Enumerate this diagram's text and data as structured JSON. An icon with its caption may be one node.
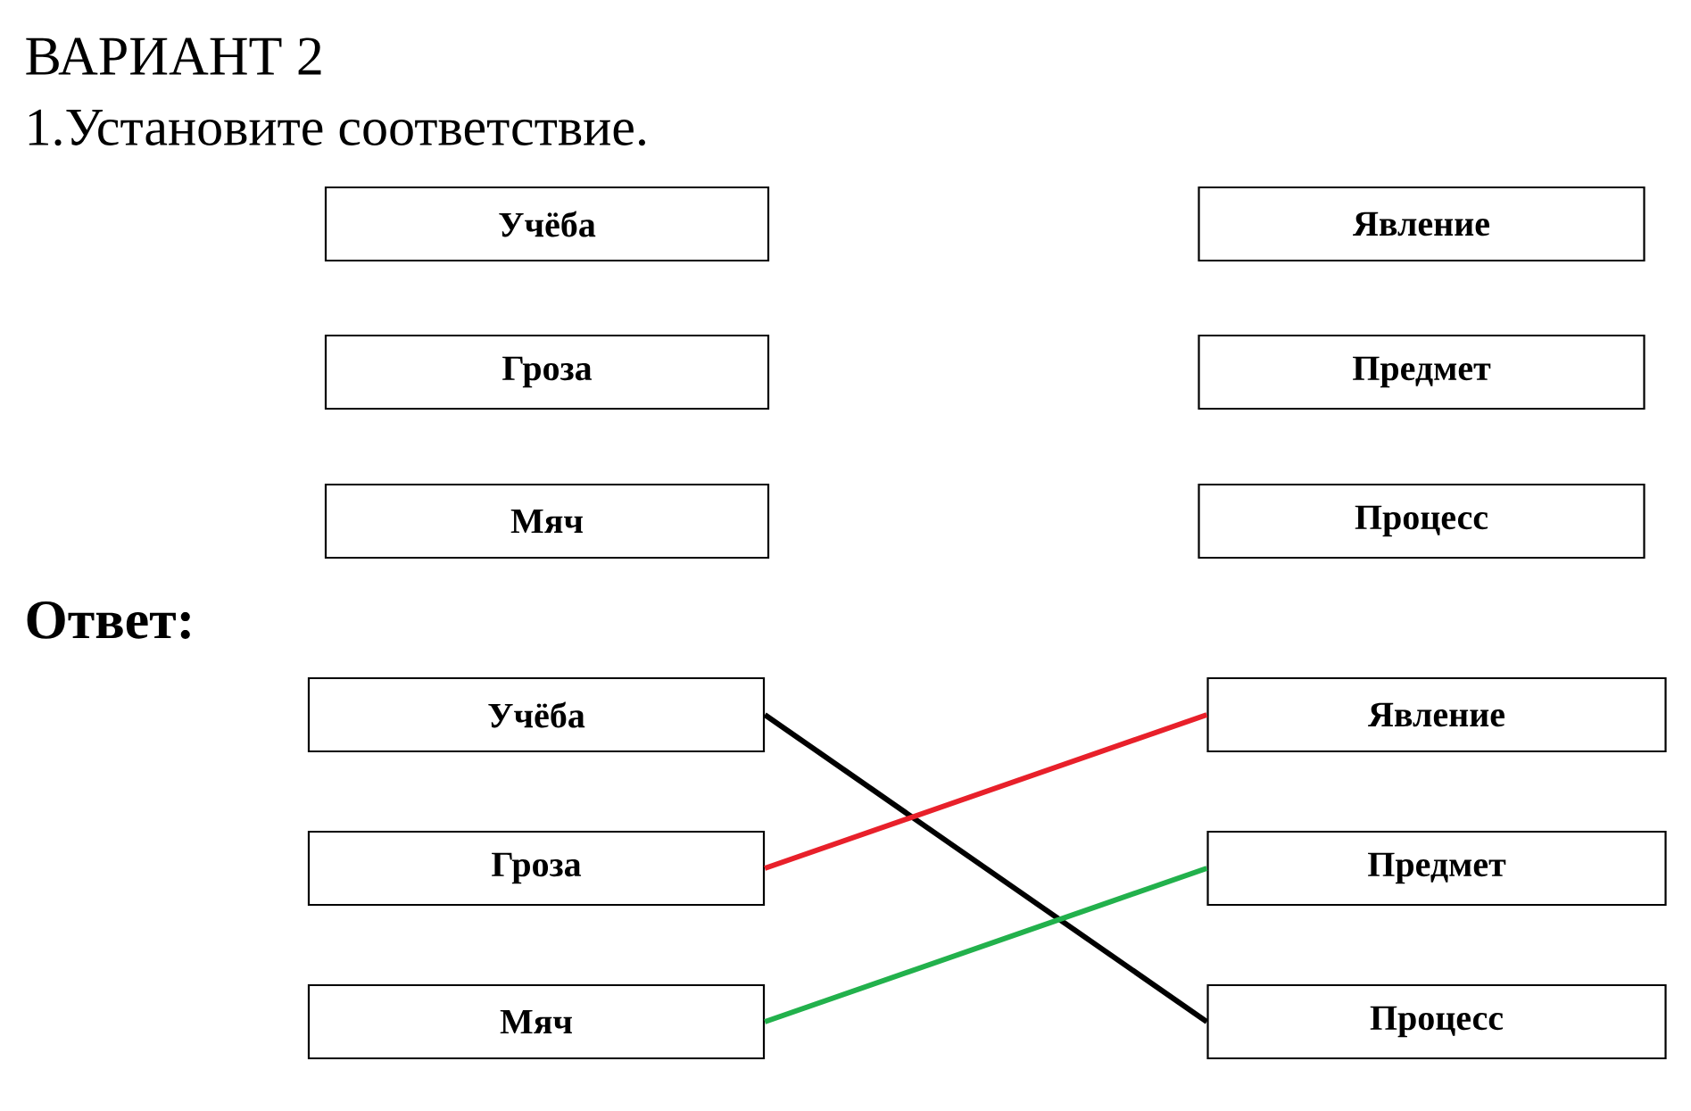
{
  "diagram": {
    "title": "ВАРИАНТ 2",
    "nodes": [
      {
        "text": [
          "Учёба"
        ]
      },
      {
        "text": [
          "Явление"
        ]
      },
      {
        "text": [
          "Гроза"
        ]
      },
      {
        "text": [
          "Предмет"
        ]
      },
      {
        "text": [
          "Мяч"
        ]
      },
      {
        "text": [
          "Процесс"
        ]
      },
      {
        "text": [
          "Учёба"
        ]
      },
      {
        "text": [
          "Явление"
        ]
      },
      {
        "text": [
          "Гроза"
        ]
      },
      {
        "text": [
          "Предмет"
        ]
      },
      {
        "text": [
          "Мяч"
        ]
      },
      {
        "text": [
          "Процесс"
        ]
      }
    ],
    "edges": [
      {
        "from": 6,
        "to": 11,
        "arrow": "none"
      },
      {
        "from": 8,
        "to": 7,
        "arrow": "none",
        "color": "#e8202a"
      },
      {
        "from": 10,
        "to": 9,
        "arrow": "none",
        "color": "#22b14c"
      }
    ],
    "labels": [
      "1.Установите соответствие.",
      "Ответ:"
    ]
  }
}
